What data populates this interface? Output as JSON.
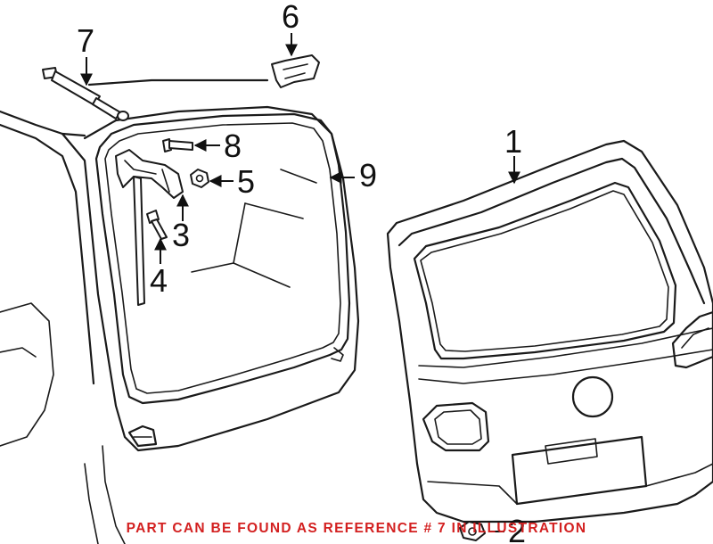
{
  "callouts": [
    {
      "id": "1",
      "label": "1"
    },
    {
      "id": "2",
      "label": "2"
    },
    {
      "id": "3",
      "label": "3"
    },
    {
      "id": "4",
      "label": "4"
    },
    {
      "id": "5",
      "label": "5"
    },
    {
      "id": "6",
      "label": "6"
    },
    {
      "id": "7",
      "label": "7"
    },
    {
      "id": "8",
      "label": "8"
    },
    {
      "id": "9",
      "label": "9"
    }
  ],
  "note": {
    "text": "PART CAN BE FOUND AS REFERENCE # 7 IN ILLUSTRATION",
    "color": "#d32020"
  }
}
